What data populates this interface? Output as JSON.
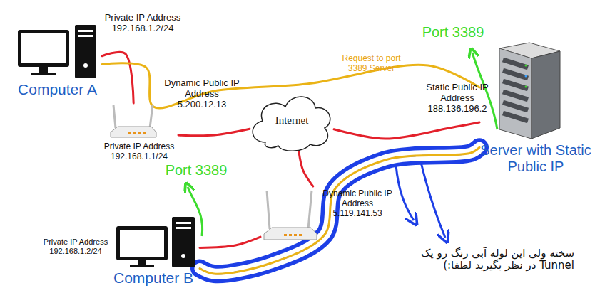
{
  "diagram": {
    "nodes": [
      {
        "text": [
          "Computer A"
        ]
      },
      {
        "text": [
          "Private IP Address 192.168.1.1/24"
        ]
      },
      {
        "text": [
          "Internet"
        ]
      },
      {
        "text": [
          "Server with Static Public IP"
        ]
      },
      {
        "text": [
          "Dynamic Public IP Address 5.119.141.53"
        ]
      },
      {
        "text": [
          "Computer B"
        ]
      }
    ],
    "edges": [
      {
        "from": 0,
        "to": 1,
        "arrow": "none"
      },
      {
        "from": 1,
        "to": 2,
        "arrow": "none"
      },
      {
        "from": 2,
        "to": 3,
        "arrow": "none"
      },
      {
        "from": 2,
        "to": 4,
        "arrow": "none"
      },
      {
        "from": 4,
        "to": 5,
        "arrow": "none"
      },
      {
        "from": 0,
        "to": 3,
        "label": "Request to port 3389 Server",
        "arrow": "none"
      },
      {
        "from": 3,
        "to": 5,
        "arrow": "none"
      }
    ],
    "labels": [
      "Private IP Address 192.168.1.2/24",
      "Dynamic Public IP Address 5.200.12.13",
      "Port 3389",
      "Static Public IP Address 188.136.196.2",
      "Port 3389",
      "Private IP Address 192.168.1.2/24",
      "سخته ولی این لوله آبی رنگ رو یک Tunnel در نظر بگیرید لطفا:)"
    ]
  }
}
